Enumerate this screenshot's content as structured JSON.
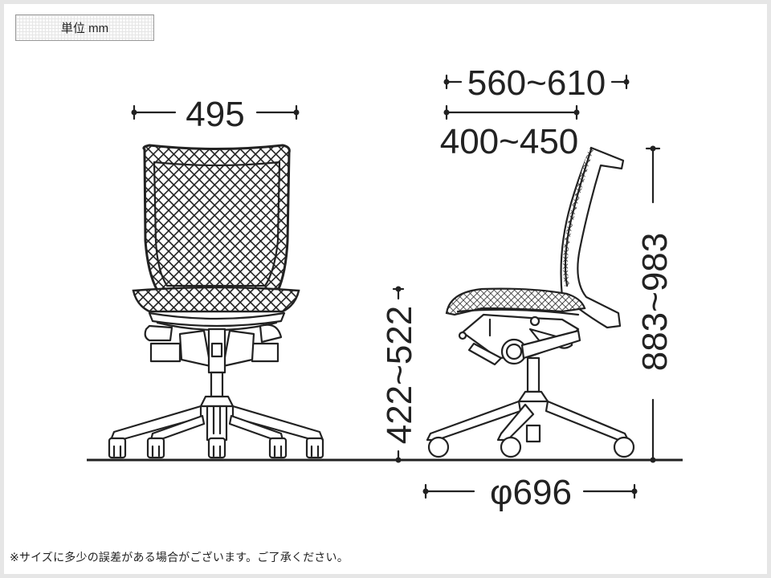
{
  "header": {
    "unit_label": "単位 mm"
  },
  "footer": {
    "note": "※サイズに多少の誤差がある場合がございます。ご了承ください。"
  },
  "dimensions": {
    "front_width": "495",
    "side_overall_depth": "560~610",
    "side_seat_depth": "400~450",
    "seat_height": "422~522",
    "overall_height": "883~983",
    "base_diameter": "φ696"
  },
  "views": {
    "front": "chair-front-view",
    "side": "chair-side-view"
  },
  "colors": {
    "line": "#222222",
    "background": "#ffffff",
    "frame": "#e6e6e6",
    "badge_border": "#999999"
  }
}
